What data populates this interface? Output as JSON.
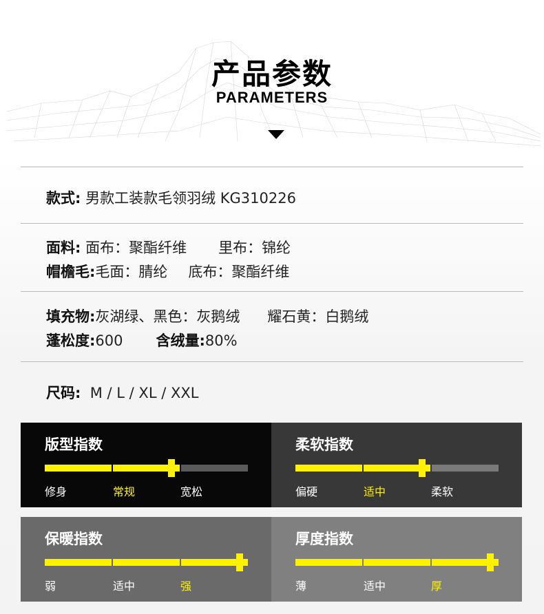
{
  "header": {
    "title_cn": "产品参数",
    "title_en": "PARAMETERS",
    "arrow_icon": "triangle-down-icon"
  },
  "specs": {
    "style": {
      "label": "款式:",
      "value": "男款工装款毛领羽绒 KG310226"
    },
    "fabric": {
      "label": "面料:",
      "outer_label": "面布：",
      "outer_value": "聚酯纤维",
      "lining_label": "里布：",
      "lining_value": "锦纶"
    },
    "hood_fur": {
      "label": "帽檐毛:",
      "surface_label": "毛面：",
      "surface_value": "腈纶",
      "base_label": "底布：",
      "base_value": "聚酯纤维"
    },
    "filling": {
      "label": "填充物:",
      "colors_a": "灰湖绿、黑色：",
      "value_a": "灰鹅绒",
      "colors_b": "耀石黄：",
      "value_b": "白鹅绒"
    },
    "fill_power": {
      "label": "蓬松度:",
      "value": "600"
    },
    "down_content": {
      "label": "含绒量:",
      "value": "80%"
    },
    "size": {
      "label": "尺码:",
      "value": "M / L / XL / XXL"
    }
  },
  "indices": [
    {
      "title": "版型指数",
      "bg": "#080808",
      "track": "#5a5a5a",
      "level": 2,
      "labels": [
        "修身",
        "常规",
        "宽松"
      ],
      "selected": 1
    },
    {
      "title": "柔软指数",
      "bg": "#383838",
      "track": "#7a7a7a",
      "level": 2,
      "labels": [
        "偏硬",
        "适中",
        "柔软"
      ],
      "selected": 1
    },
    {
      "title": "保暖指数",
      "bg": "#6a6a6a",
      "track": "#fff200",
      "level": 3,
      "labels": [
        "弱",
        "适中",
        "强"
      ],
      "selected": 2
    },
    {
      "title": "厚度指数",
      "bg": "#808080",
      "track": "#fff200",
      "level": 3,
      "labels": [
        "薄",
        "适中",
        "厚"
      ],
      "selected": 2
    }
  ],
  "colors": {
    "accent": "#fff200",
    "rule": "#b9b9b9"
  }
}
